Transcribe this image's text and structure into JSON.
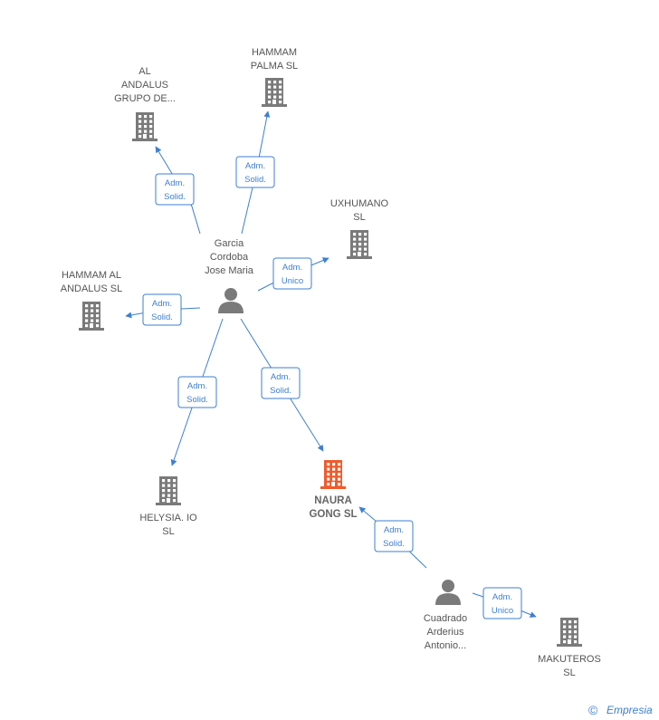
{
  "colors": {
    "edge": "#3d7fd1",
    "company_icon": "#7a7a7a",
    "company_icon_highlight": "#f15a2b",
    "person_icon": "#7a7a7a"
  },
  "nodes": [
    {
      "id": "al_andalus_grupo",
      "type": "company",
      "lines": [
        "AL",
        "ANDALUS",
        "GRUPO DE..."
      ]
    },
    {
      "id": "hammam_palma",
      "type": "company",
      "lines": [
        "HAMMAM",
        "PALMA  SL"
      ]
    },
    {
      "id": "uxhumano",
      "type": "company",
      "lines": [
        "UXHUMANO",
        "SL"
      ]
    },
    {
      "id": "hammam_al_andalus",
      "type": "company",
      "lines": [
        "HAMMAM AL",
        "ANDALUS  SL"
      ]
    },
    {
      "id": "helysia",
      "type": "company",
      "lines": [
        "HELYSIA. IO",
        "SL"
      ]
    },
    {
      "id": "naura_gong",
      "type": "company",
      "highlight": true,
      "lines": [
        "NAURA",
        "GONG  SL"
      ]
    },
    {
      "id": "makuteros",
      "type": "company",
      "lines": [
        "MAKUTEROS",
        "SL"
      ]
    },
    {
      "id": "garcia",
      "type": "person",
      "lines": [
        "Garcia",
        "Cordoba",
        "Jose Maria"
      ]
    },
    {
      "id": "cuadrado",
      "type": "person",
      "lines": [
        "Cuadrado",
        "Arderius",
        "Antonio..."
      ]
    }
  ],
  "edges": [
    {
      "from": "garcia",
      "to": "al_andalus_grupo",
      "label": [
        "Adm.",
        "Solid."
      ]
    },
    {
      "from": "garcia",
      "to": "hammam_palma",
      "label": [
        "Adm.",
        "Solid."
      ]
    },
    {
      "from": "garcia",
      "to": "uxhumano",
      "label": [
        "Adm.",
        "Unico"
      ]
    },
    {
      "from": "garcia",
      "to": "hammam_al_andalus",
      "label": [
        "Adm.",
        "Solid."
      ]
    },
    {
      "from": "garcia",
      "to": "helysia",
      "label": [
        "Adm.",
        "Solid."
      ]
    },
    {
      "from": "garcia",
      "to": "naura_gong",
      "label": [
        "Adm.",
        "Solid."
      ]
    },
    {
      "from": "cuadrado",
      "to": "naura_gong",
      "label": [
        "Adm.",
        "Solid."
      ]
    },
    {
      "from": "cuadrado",
      "to": "makuteros",
      "label": [
        "Adm.",
        "Unico"
      ]
    }
  ],
  "footer": {
    "copyright_symbol": "©",
    "brand": "Empresia"
  }
}
